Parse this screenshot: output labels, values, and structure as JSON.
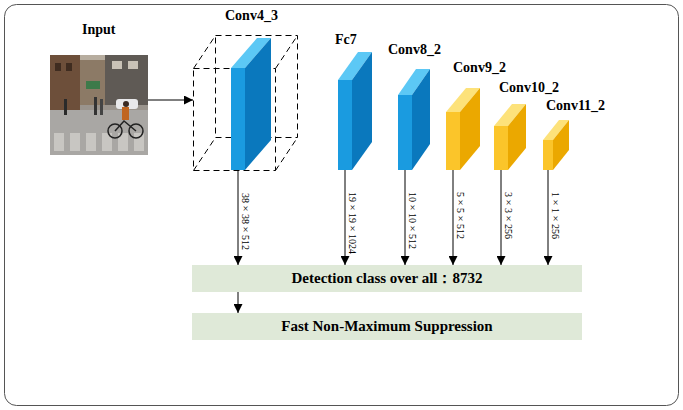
{
  "diagram": {
    "nodes": [
      {
        "text": [
          "Input"
        ]
      },
      {
        "text": [
          "Conv4_3"
        ]
      },
      {
        "text": [
          "Fc7"
        ]
      },
      {
        "text": [
          "Conv8_2"
        ]
      },
      {
        "text": [
          "Conv9_2"
        ]
      },
      {
        "text": [
          "Conv10_2"
        ]
      },
      {
        "text": [
          "Conv11_2"
        ]
      },
      {
        "text": [
          "Detection class over all：8732"
        ]
      },
      {
        "text": [
          "Fast Non-Maximum Suppression"
        ]
      }
    ],
    "edges": [
      {
        "from": 0,
        "to": 1,
        "arrow": "to"
      },
      {
        "from": 1,
        "to": 7,
        "label": "38×38×512",
        "arrow": "to"
      },
      {
        "from": 2,
        "to": 7,
        "label": "19×19×1024",
        "arrow": "to"
      },
      {
        "from": 3,
        "to": 7,
        "label": "10×10×512",
        "arrow": "to"
      },
      {
        "from": 4,
        "to": 7,
        "label": "5×5×512",
        "arrow": "to"
      },
      {
        "from": 5,
        "to": 7,
        "label": "3×3×256",
        "arrow": "to"
      },
      {
        "from": 6,
        "to": 7,
        "label": "1×1×256",
        "arrow": "to"
      },
      {
        "from": 7,
        "to": 8,
        "arrow": "to"
      }
    ]
  }
}
